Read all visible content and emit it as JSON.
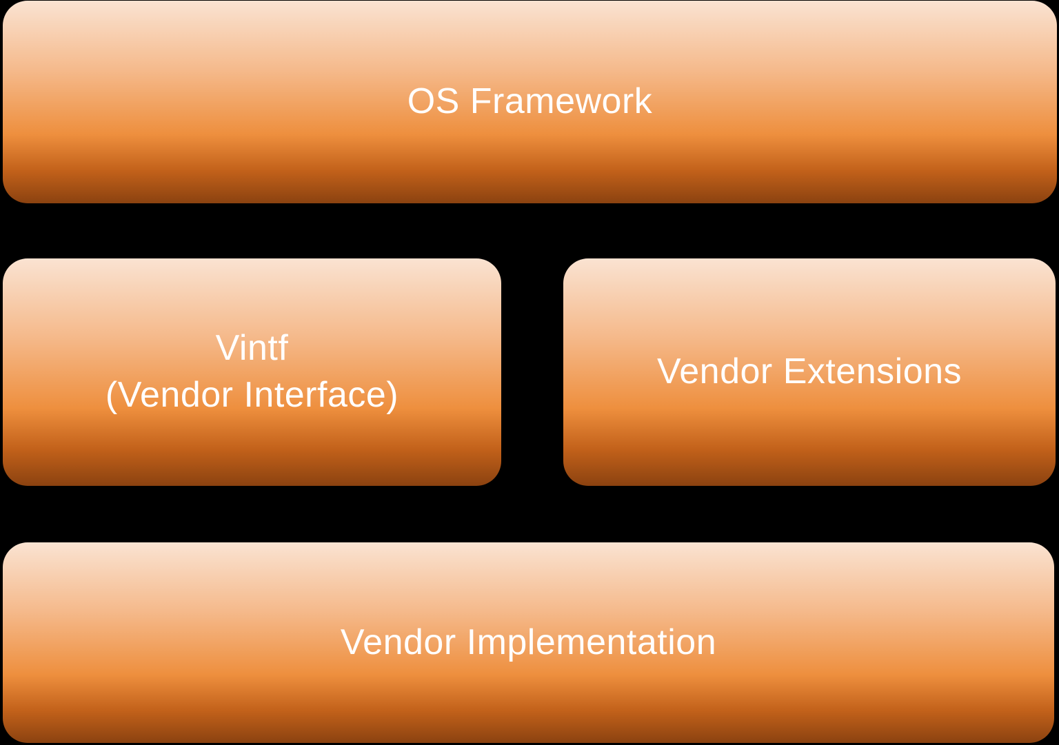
{
  "diagram": {
    "type": "block-diagram",
    "description": "Android vendor interface architecture stack",
    "colors": {
      "background": "#000000",
      "text": "#ffffff",
      "box_grad_top": "#fae3d2",
      "box_grad_upper": "#f5ba8c",
      "box_grad_mid": "#ee8f3e",
      "box_grad_lower": "#c2611a",
      "box_grad_bottom": "#8b4210"
    },
    "boxes": [
      {
        "id": "os-framework",
        "label": "OS Framework",
        "row": "top",
        "span": "full"
      },
      {
        "id": "vintf",
        "label": "Vintf\n(Vendor Interface)",
        "row": "middle",
        "span": "left"
      },
      {
        "id": "vendor-extensions",
        "label": "Vendor Extensions",
        "row": "middle",
        "span": "right"
      },
      {
        "id": "vendor-implementation",
        "label": "Vendor Implementation",
        "row": "bottom",
        "span": "full"
      }
    ]
  }
}
